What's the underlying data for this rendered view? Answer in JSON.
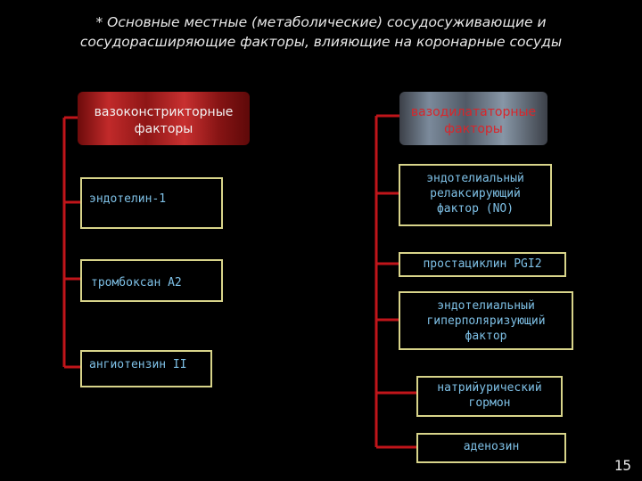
{
  "title": {
    "line1": "* Основные местные (метаболические) сосудосуживающие и",
    "line2": "сосудорасширяющие факторы, влияющие на коронарные сосуды"
  },
  "left": {
    "header": "вазоконстрикторные факторы",
    "items": [
      "эндотелин-1",
      "тромбоксан А2",
      "ангиотензин II"
    ]
  },
  "right": {
    "header": "вазодилататорные факторы",
    "items": [
      "эндотелиальный релаксирующий фактор (NO)",
      "простациклин PGI2",
      "эндотелиальный гиперполяризующий фактор",
      "натрийурический гормон",
      "аденозин"
    ]
  },
  "page_number": "15",
  "colors": {
    "line": "#c0151a",
    "box_border": "#d8d48a",
    "item_text": "#7ec0e6",
    "vasoconstrictor": "#a31d1d",
    "vasodilator": "#6b7888"
  }
}
